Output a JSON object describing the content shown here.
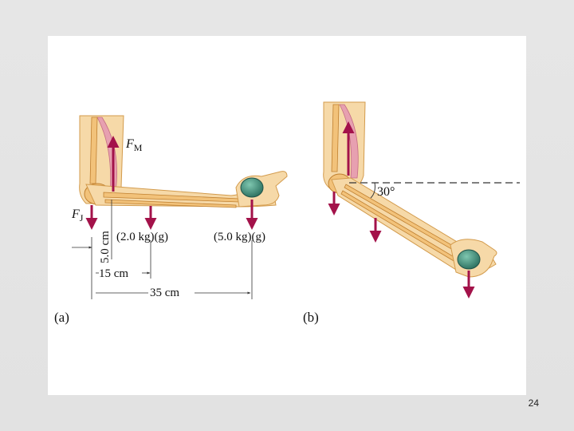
{
  "figure": {
    "panel_a": {
      "letter": "(a)",
      "force_muscle": "F",
      "force_muscle_sub": "M",
      "force_joint": "F",
      "force_joint_sub": "J",
      "weight_forearm": "(2.0 kg)(g)",
      "weight_ball": "(5.0 kg)(g)",
      "dim_vertical": "5.0 cm",
      "dim_short": "15 cm",
      "dim_long": "35 cm"
    },
    "panel_b": {
      "letter": "(b)",
      "angle": "30°"
    }
  },
  "colors": {
    "bone": "#f2c27a",
    "skin": "#f6d9a8",
    "muscle": "#e7a0b0",
    "arrow": "#a3124a",
    "ball": "#3f8f7a"
  },
  "slide_number": "24"
}
